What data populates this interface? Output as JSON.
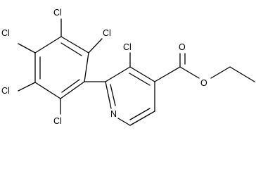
{
  "molecule": {
    "substituent_labels": {
      "cl_ortho_top": "Cl",
      "cl_meta_top": "Cl",
      "cl_para": "Cl",
      "cl_meta_bottom": "Cl",
      "cl_ortho_bottom": "Cl",
      "cl_pyridine": "Cl"
    },
    "heteroatom_labels": {
      "ring_nitrogen": "N",
      "carbonyl_oxygen": "O",
      "ester_oxygen": "O"
    }
  }
}
